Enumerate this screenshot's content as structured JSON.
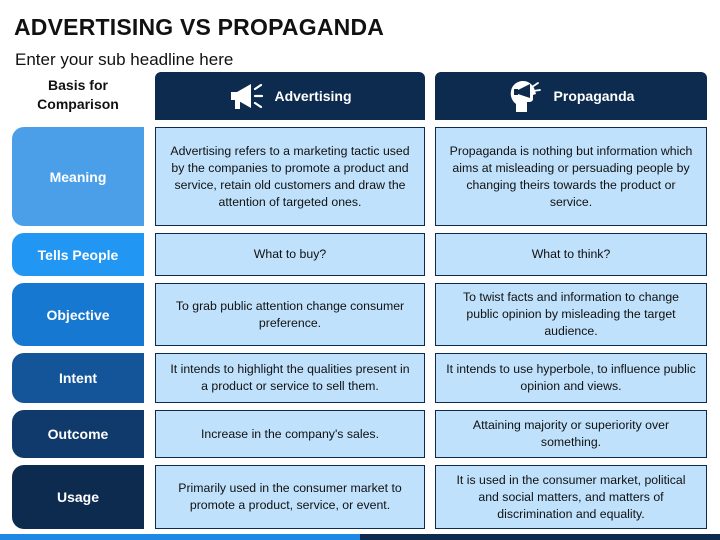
{
  "title": "ADVERTISING VS PROPAGANDA",
  "subtitle": "Enter your sub headline here",
  "header": {
    "basis_line1": "Basis for",
    "basis_line2": "Comparison",
    "advertising": "Advertising",
    "propaganda": "Propaganda",
    "advertising_icon": "megaphone-icon",
    "propaganda_icon": "head-megaphone-icon"
  },
  "colors": {
    "navy": "#0d2a4f",
    "cell_fill": "#bfe1fb",
    "meaning": "#4a9fe8",
    "tells_people": "#2196f3",
    "objective": "#1778d1",
    "intent": "#14559a",
    "outcome": "#103a6b",
    "usage": "#0d2a4f"
  },
  "rows": [
    {
      "label": "Meaning",
      "advertising": "Advertising refers to a marketing tactic used by the companies to promote a product and service, retain old customers and draw the attention of targeted ones.",
      "propaganda": "Propaganda is nothing but information which aims at misleading or persuading people by changing theirs towards the product or service."
    },
    {
      "label": "Tells People",
      "advertising": "What to buy?",
      "propaganda": "What to think?"
    },
    {
      "label": "Objective",
      "advertising": "To grab public attention change consumer preference.",
      "propaganda": "To twist facts and information to change public opinion by misleading the target audience."
    },
    {
      "label": "Intent",
      "advertising": "It intends to highlight the qualities present in a product or service to sell them.",
      "propaganda": "It intends to use hyperbole, to influence public opinion and views."
    },
    {
      "label": "Outcome",
      "advertising": "Increase in the company's sales.",
      "propaganda": "Attaining majority or superiority over something."
    },
    {
      "label": "Usage",
      "advertising": "Primarily used in the consumer market to promote a product, service, or event.",
      "propaganda": "It is used in the consumer market, political and social matters, and matters of discrimination and equality."
    }
  ]
}
